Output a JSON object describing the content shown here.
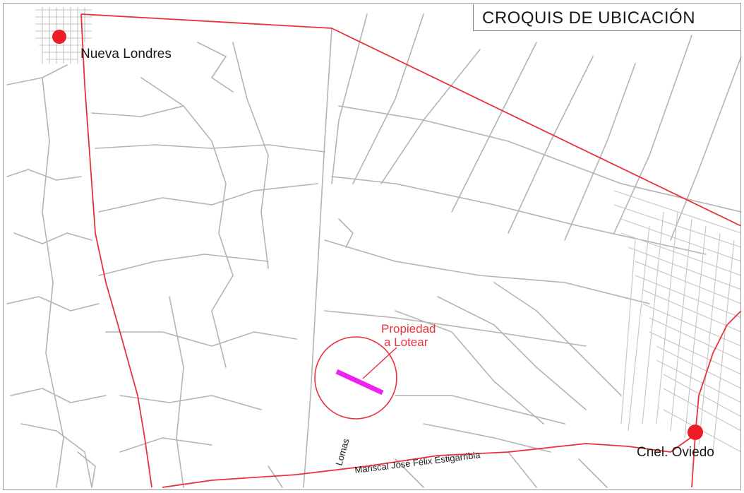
{
  "title": "CROQUIS DE UBICACIÓN",
  "places": {
    "nueva_londres": "Nueva Londres",
    "cnel_oviedo": "Cnel. Oviedo"
  },
  "property": {
    "line1": "Propiedad",
    "line2": "a Lotear"
  },
  "roads": {
    "mariscal": "Mariscal José Félix Estigarribia",
    "side_road": "Lomas"
  },
  "colors": {
    "boundary": "#e8323c",
    "town_marker": "#ee1c24",
    "property": "#ee22ee",
    "roads": "#b4b4b4"
  }
}
